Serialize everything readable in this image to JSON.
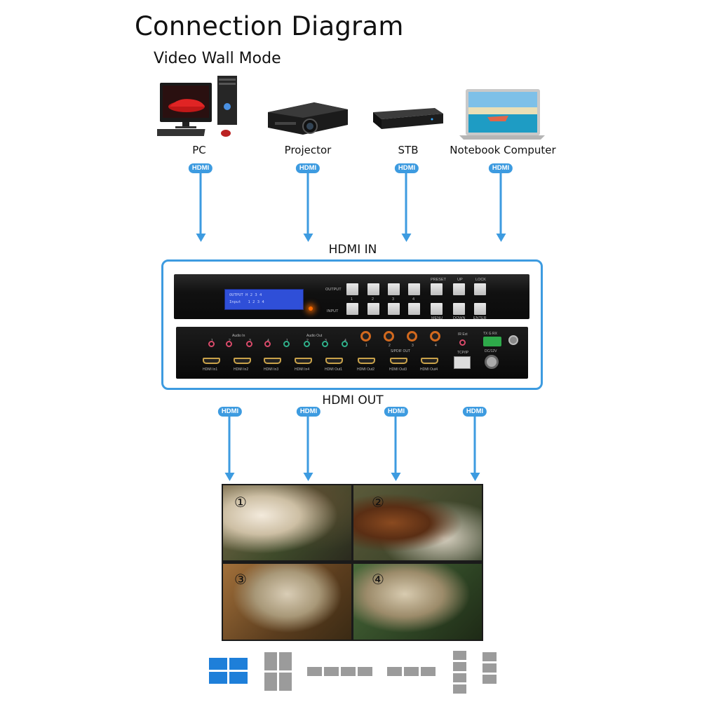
{
  "title": "Connection Diagram",
  "subtitle": "Video Wall Mode",
  "sources": [
    {
      "label": "PC",
      "icon": "pc-icon"
    },
    {
      "label": "Projector",
      "icon": "projector-icon"
    },
    {
      "label": "STB",
      "icon": "stb-icon"
    },
    {
      "label": "Notebook Computer",
      "icon": "laptop-icon"
    }
  ],
  "badge_text": "HDMI",
  "hdmi_in_label": "HDMI IN",
  "hdmi_out_label": "HDMI OUT",
  "front_panel": {
    "output_label": "OUTPUT",
    "input_label": "INPUT",
    "key_numbers": [
      "1",
      "2",
      "3",
      "4"
    ],
    "preset": "PRESET",
    "up": "UP",
    "lock": "LOCK",
    "menu": "MENU",
    "down": "DOWN",
    "enter": "ENTER"
  },
  "rear_panel": {
    "audio_in": "Audio In",
    "audio_out": "Audio Out",
    "spdif_out": "S/PDIF OUT",
    "ir_ext": "IR Ext",
    "tcpip": "TCP/IP",
    "dc": "DC/12V",
    "txgrx": "TX  G  RX",
    "jack_numbers": [
      "1",
      "2",
      "3",
      "4"
    ],
    "hdmi_ports": [
      "HDMI In1",
      "HDMI In2",
      "HDMI In3",
      "HDMI In4",
      "HDMI Out1",
      "HDMI Out2",
      "HDMI Out3",
      "HDMI Out4"
    ]
  },
  "wall_cells": [
    "①",
    "②",
    "③",
    "④"
  ],
  "accent_color": "#3d9be0",
  "selected_layout_color": "#1e7fd9"
}
